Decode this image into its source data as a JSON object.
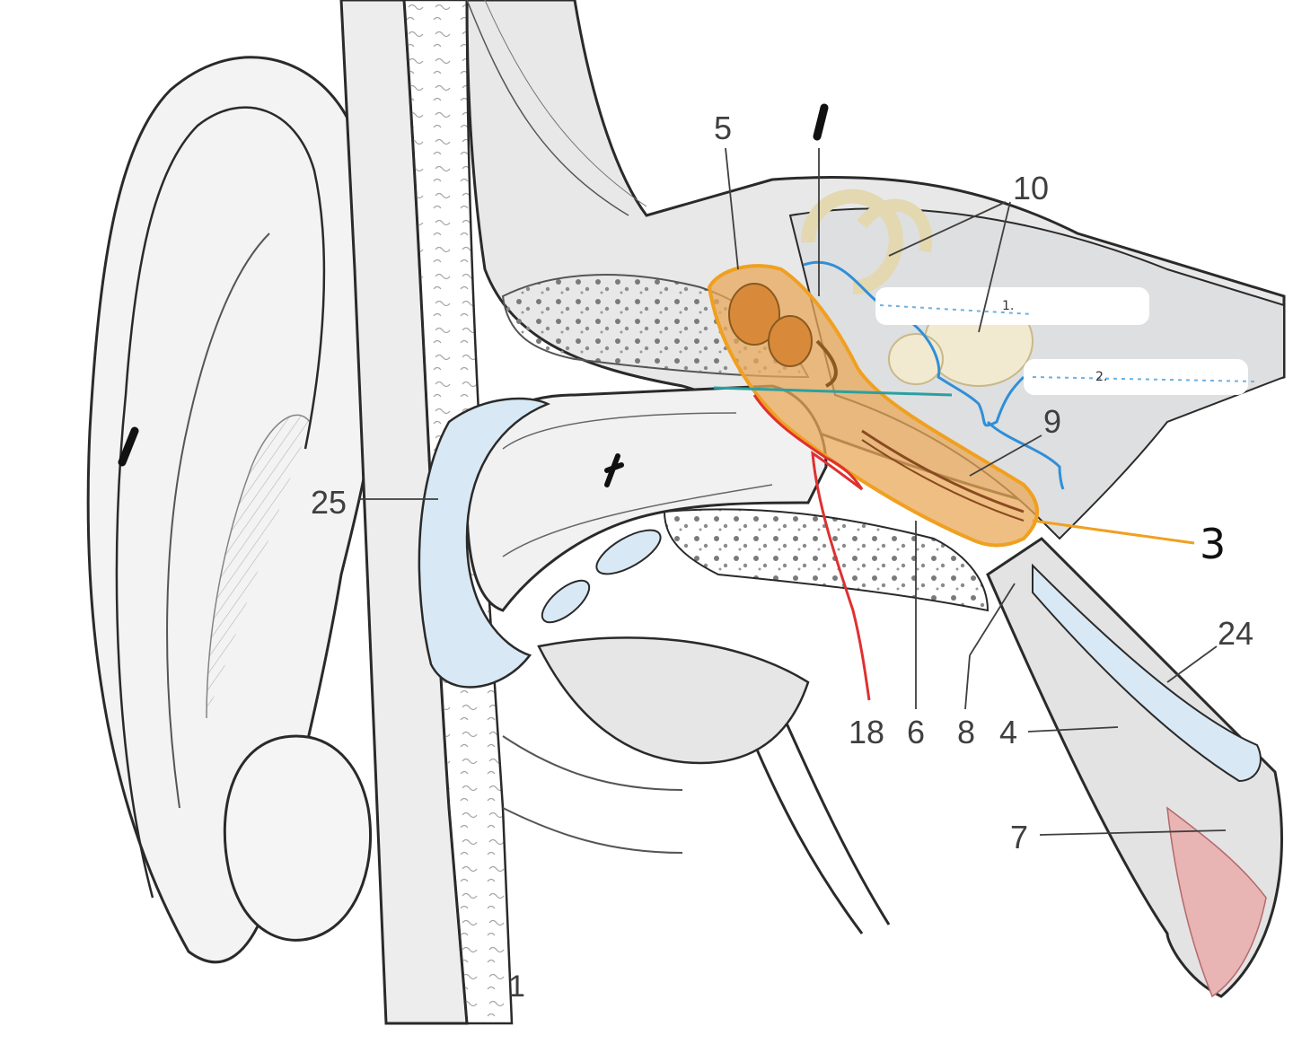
{
  "diagram": {
    "labels": {
      "l25": "25",
      "l5": "5",
      "l10": "10",
      "l9": "9",
      "l3": "3",
      "l24": "24",
      "l18": "18",
      "l6": "6",
      "l8": "8",
      "l4": "4",
      "l7": "7",
      "l1": "1",
      "blank1": "1.",
      "blank2": "2."
    },
    "colors": {
      "outline": "#2a2a2a",
      "skin": "#f2f2f3",
      "bone": "#e9e9ea",
      "cartilage": "#d8e9f5",
      "highlight_orange": "#f0a020",
      "ossicles": "#e8a85a",
      "nerve_blue": "#2f8fd8",
      "vessel_red": "#e03030",
      "line_teal": "#2aa0a0",
      "muscle_pink": "#e8b4b4",
      "labyrinth": "#f2ead0"
    }
  }
}
